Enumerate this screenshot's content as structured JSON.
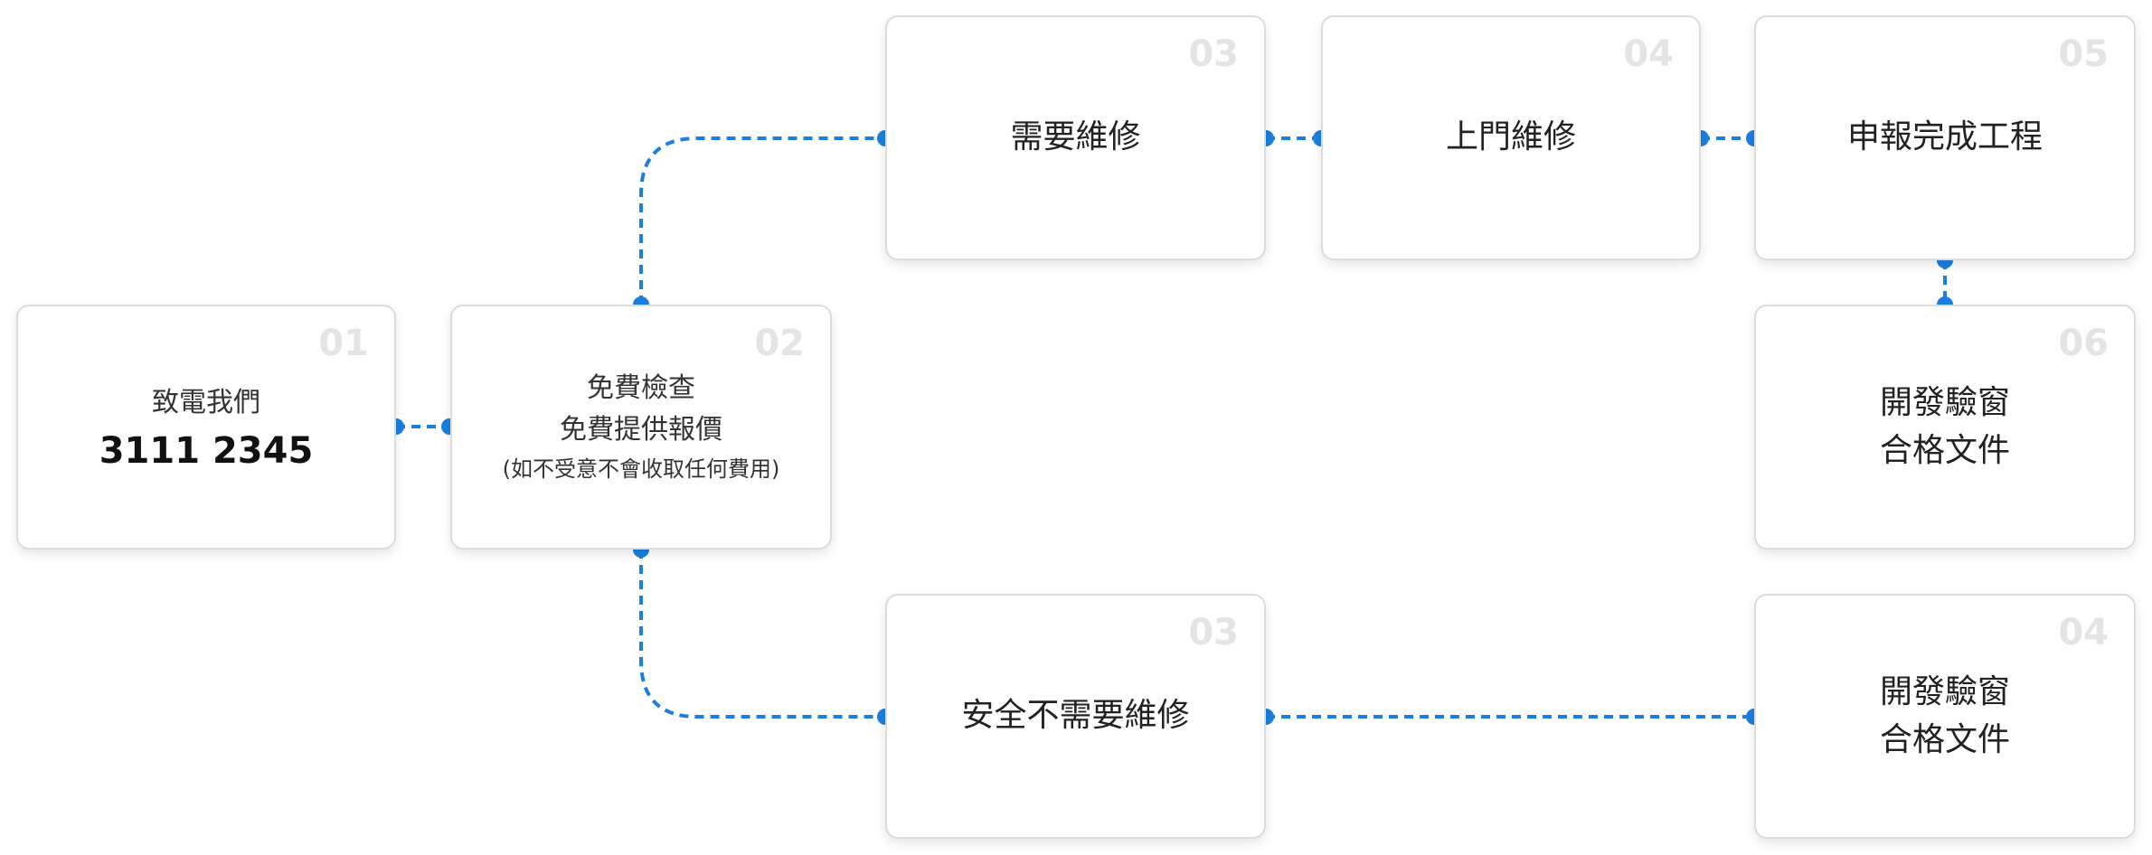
{
  "steps": {
    "call": {
      "num": "01",
      "label": "致電我們",
      "phone": "3111 2345"
    },
    "inspect": {
      "num": "02",
      "line1": "免費檢查",
      "line2": "免費提供報價",
      "note": "(如不受意不會收取任何費用)"
    },
    "repair": {
      "num": "03",
      "label": "需要維修"
    },
    "onsite": {
      "num": "04",
      "label": "上門維修"
    },
    "report": {
      "num": "05",
      "label": "申報完成工程"
    },
    "cert_top": {
      "num": "06",
      "line1": "開發驗窗",
      "line2": "合格文件"
    },
    "safe": {
      "num": "03",
      "label": "安全不需要維修"
    },
    "cert_bottom": {
      "num": "04",
      "line1": "開發驗窗",
      "line2": "合格文件"
    }
  },
  "colors": {
    "connector": "#1a7fe0",
    "number": "#e4e4e4",
    "border": "#dcdcdc"
  }
}
